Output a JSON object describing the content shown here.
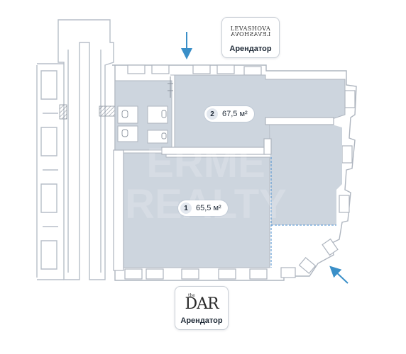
{
  "colors": {
    "room_fill": "#cdd5de",
    "wall": "#aeb5bf",
    "accent": "#3a8fc8",
    "text": "#1f2a37"
  },
  "rooms": [
    {
      "number": "1",
      "area": "65,5 м²"
    },
    {
      "number": "2",
      "area": "67,5 м²"
    }
  ],
  "tenants": [
    {
      "logo": "LEVASHOVA",
      "label": "Арендатор"
    },
    {
      "logo": "DAR",
      "logo_prefix": "the",
      "label": "Арендатор"
    }
  ],
  "entrances": [
    {
      "icon": "entrance-arrow-down-icon"
    },
    {
      "icon": "entrance-arrow-diagonal-icon"
    }
  ]
}
